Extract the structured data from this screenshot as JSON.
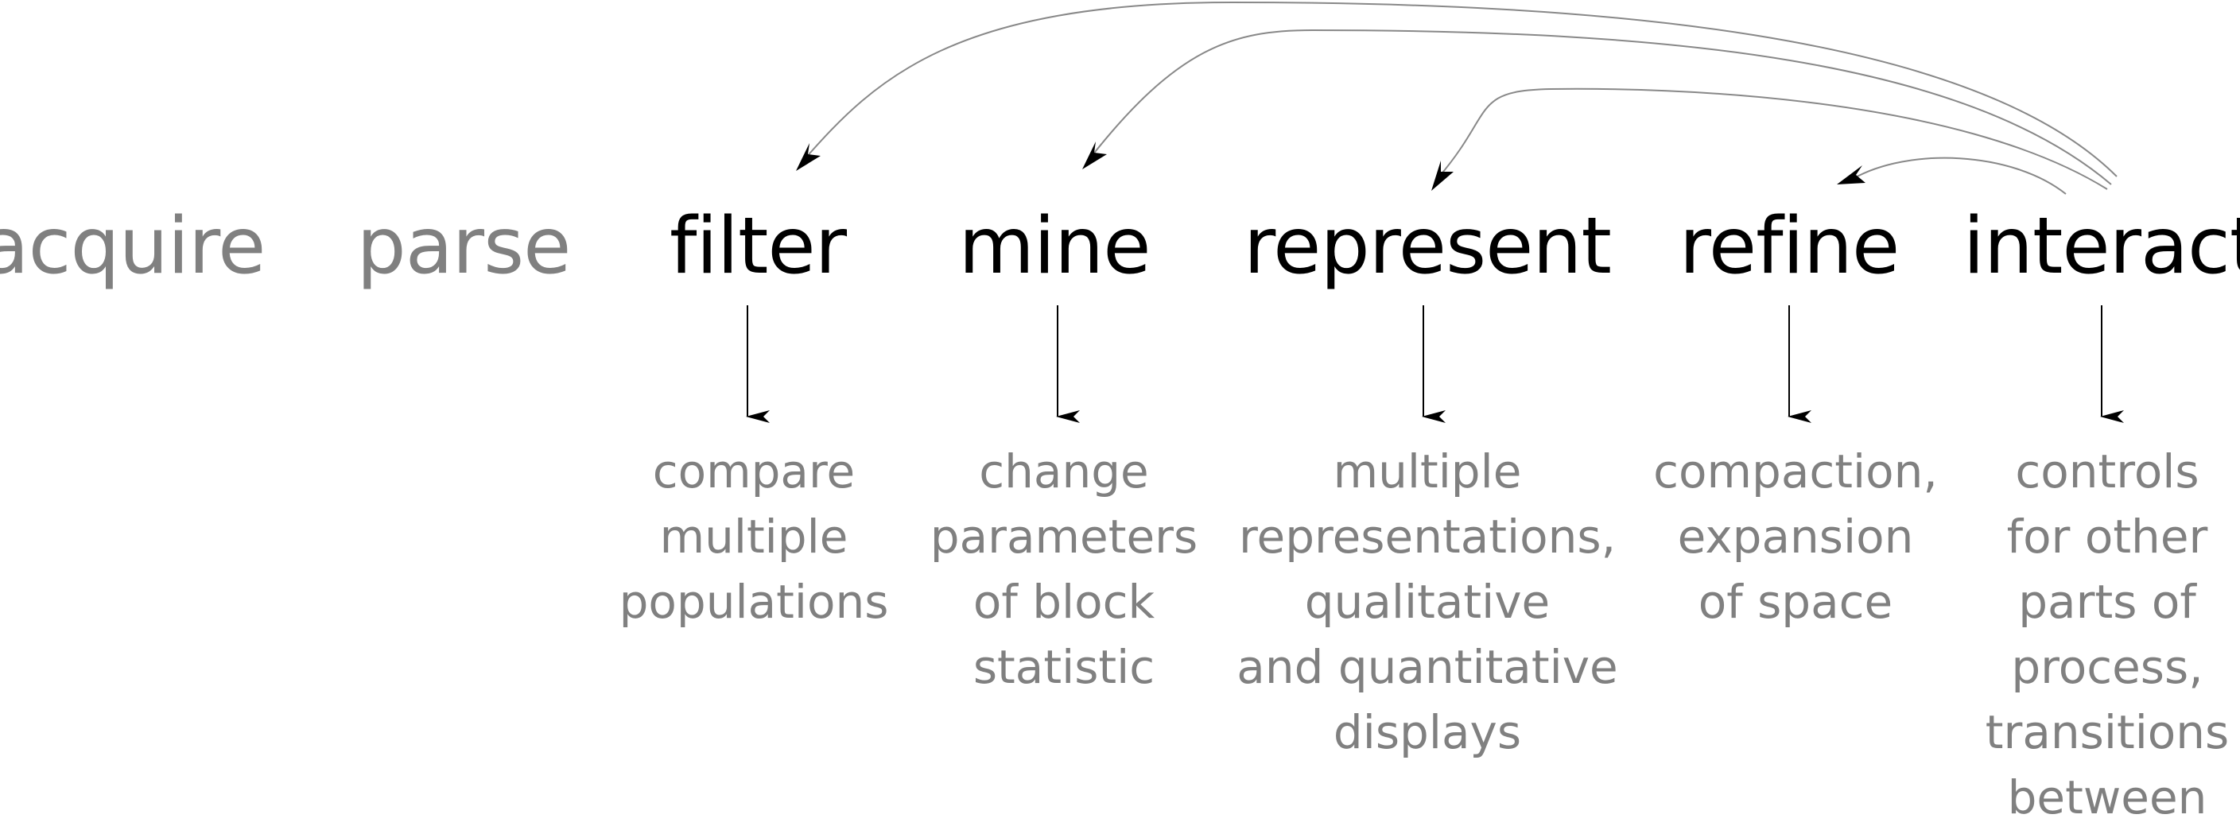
{
  "stages": [
    {
      "id": "acquire",
      "label": "acquire",
      "muted": true
    },
    {
      "id": "parse",
      "label": "parse",
      "muted": true
    },
    {
      "id": "filter",
      "label": "filter",
      "muted": false,
      "description": [
        "compare",
        "multiple",
        "populations"
      ]
    },
    {
      "id": "mine",
      "label": "mine",
      "muted": false,
      "description": [
        "change",
        "parameters",
        "of block",
        "statistic"
      ]
    },
    {
      "id": "represent",
      "label": "represent",
      "muted": false,
      "description": [
        "multiple",
        "representations,",
        "qualitative",
        "and quantitative",
        "displays"
      ]
    },
    {
      "id": "refine",
      "label": "refine",
      "muted": false,
      "description": [
        "compaction,",
        "expansion",
        "of space"
      ]
    },
    {
      "id": "interact",
      "label": "interact",
      "muted": false,
      "description": [
        "controls",
        "for other",
        "parts of",
        "process,",
        "transitions",
        "between"
      ]
    }
  ],
  "colors": {
    "muted_text": "#808080",
    "active_text": "#000000",
    "curve_stroke": "#888888",
    "arrow_stroke": "#000000"
  }
}
